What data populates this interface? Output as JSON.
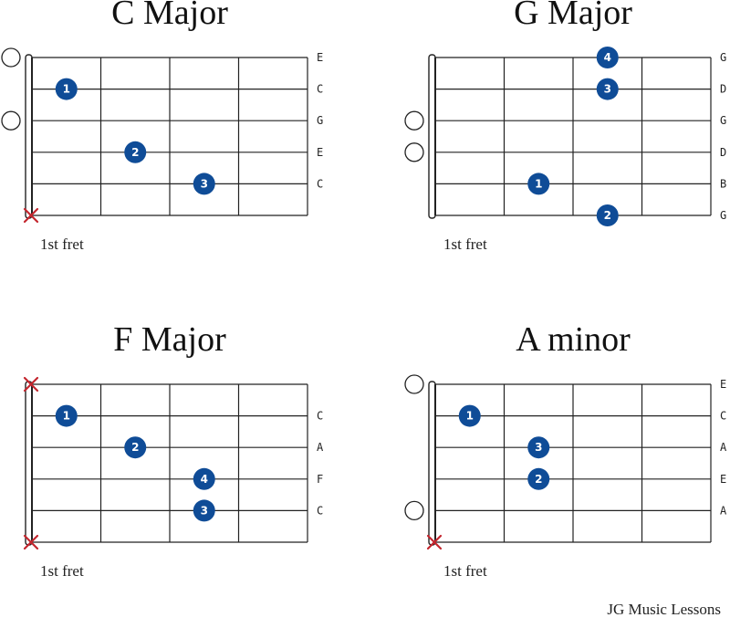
{
  "colors": {
    "finger": "#0f4c97",
    "mute": "#c4262e",
    "line": "#222222"
  },
  "credit": "JG Music Lessons",
  "chords": [
    {
      "name": "C Major",
      "fret_label": "1st fret",
      "strings": [
        "E",
        "C",
        "G",
        "E",
        "C",
        ""
      ],
      "open": [
        0,
        2
      ],
      "muted": [
        5
      ],
      "fingers": [
        {
          "string": 1,
          "fret": 1,
          "label": "1"
        },
        {
          "string": 3,
          "fret": 2,
          "label": "2"
        },
        {
          "string": 4,
          "fret": 3,
          "label": "3"
        }
      ]
    },
    {
      "name": "G Major",
      "fret_label": "1st fret",
      "strings": [
        "G",
        "D",
        "G",
        "D",
        "B",
        "G"
      ],
      "open": [
        2,
        3
      ],
      "muted": [],
      "fingers": [
        {
          "string": 0,
          "fret": 3,
          "label": "4"
        },
        {
          "string": 1,
          "fret": 3,
          "label": "3"
        },
        {
          "string": 4,
          "fret": 2,
          "label": "1"
        },
        {
          "string": 5,
          "fret": 3,
          "label": "2"
        }
      ]
    },
    {
      "name": "F Major",
      "fret_label": "1st fret",
      "strings": [
        "",
        "C",
        "A",
        "F",
        "C",
        ""
      ],
      "open": [],
      "muted": [
        0,
        5
      ],
      "fingers": [
        {
          "string": 1,
          "fret": 1,
          "label": "1"
        },
        {
          "string": 2,
          "fret": 2,
          "label": "2"
        },
        {
          "string": 3,
          "fret": 3,
          "label": "4"
        },
        {
          "string": 4,
          "fret": 3,
          "label": "3"
        }
      ]
    },
    {
      "name": "A minor",
      "fret_label": "1st fret",
      "strings": [
        "E",
        "C",
        "A",
        "E",
        "A",
        ""
      ],
      "open": [
        0,
        4
      ],
      "muted": [
        5
      ],
      "fingers": [
        {
          "string": 1,
          "fret": 1,
          "label": "1"
        },
        {
          "string": 2,
          "fret": 2,
          "label": "3"
        },
        {
          "string": 3,
          "fret": 2,
          "label": "2"
        }
      ]
    }
  ]
}
